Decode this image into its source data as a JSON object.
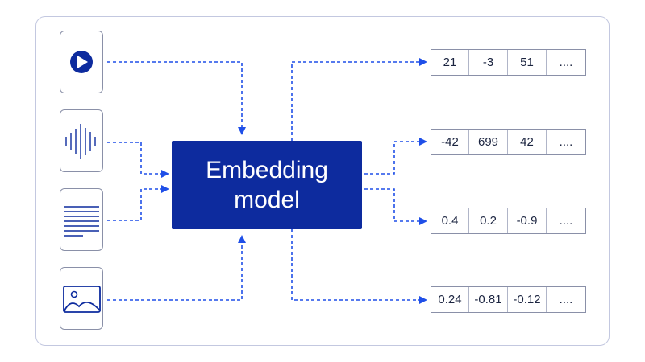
{
  "model": {
    "line1": "Embedding",
    "line2": "model"
  },
  "inputs": [
    {
      "icon": "play-icon"
    },
    {
      "icon": "audio-waveform-icon"
    },
    {
      "icon": "text-document-icon"
    },
    {
      "icon": "image-icon"
    }
  ],
  "vectors": [
    {
      "values": [
        "21",
        "-3",
        "51",
        "...."
      ]
    },
    {
      "values": [
        "-42",
        "699",
        "42",
        "...."
      ]
    },
    {
      "values": [
        "0.4",
        "0.2",
        "-0.9",
        "...."
      ]
    },
    {
      "values": [
        "0.24",
        "-0.81",
        "-0.12",
        "...."
      ]
    }
  ],
  "colors": {
    "accent": "#1f4fe8",
    "model_bg": "#0d2b9e",
    "border": "#8a90a8"
  }
}
